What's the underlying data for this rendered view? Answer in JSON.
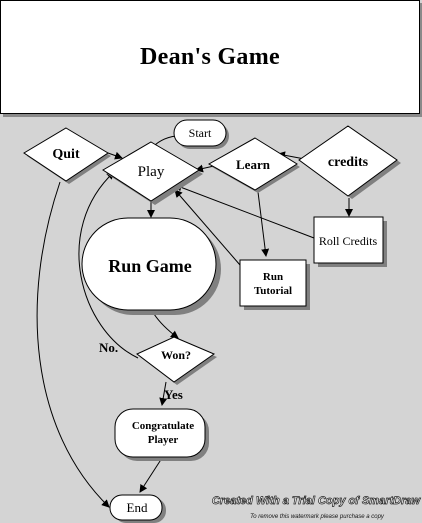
{
  "title": "Dean's Game",
  "nodes": {
    "start": "Start",
    "quit": "Quit",
    "play": "Play",
    "learn": "Learn",
    "credits": "credits",
    "run_game": "Run Game",
    "roll_credits": "Roll Credits",
    "run_tutorial_1": "Run",
    "run_tutorial_2": "Tutorial",
    "won": "Won?",
    "congratulate_1": "Congratulate",
    "congratulate_2": "Player",
    "end": "End"
  },
  "edge_labels": {
    "no": "No.",
    "yes": "Yes"
  },
  "watermark": {
    "line1": "Created With a Trial Copy of SmartDraw",
    "line2": "To remove this watermark please purchase a copy"
  }
}
